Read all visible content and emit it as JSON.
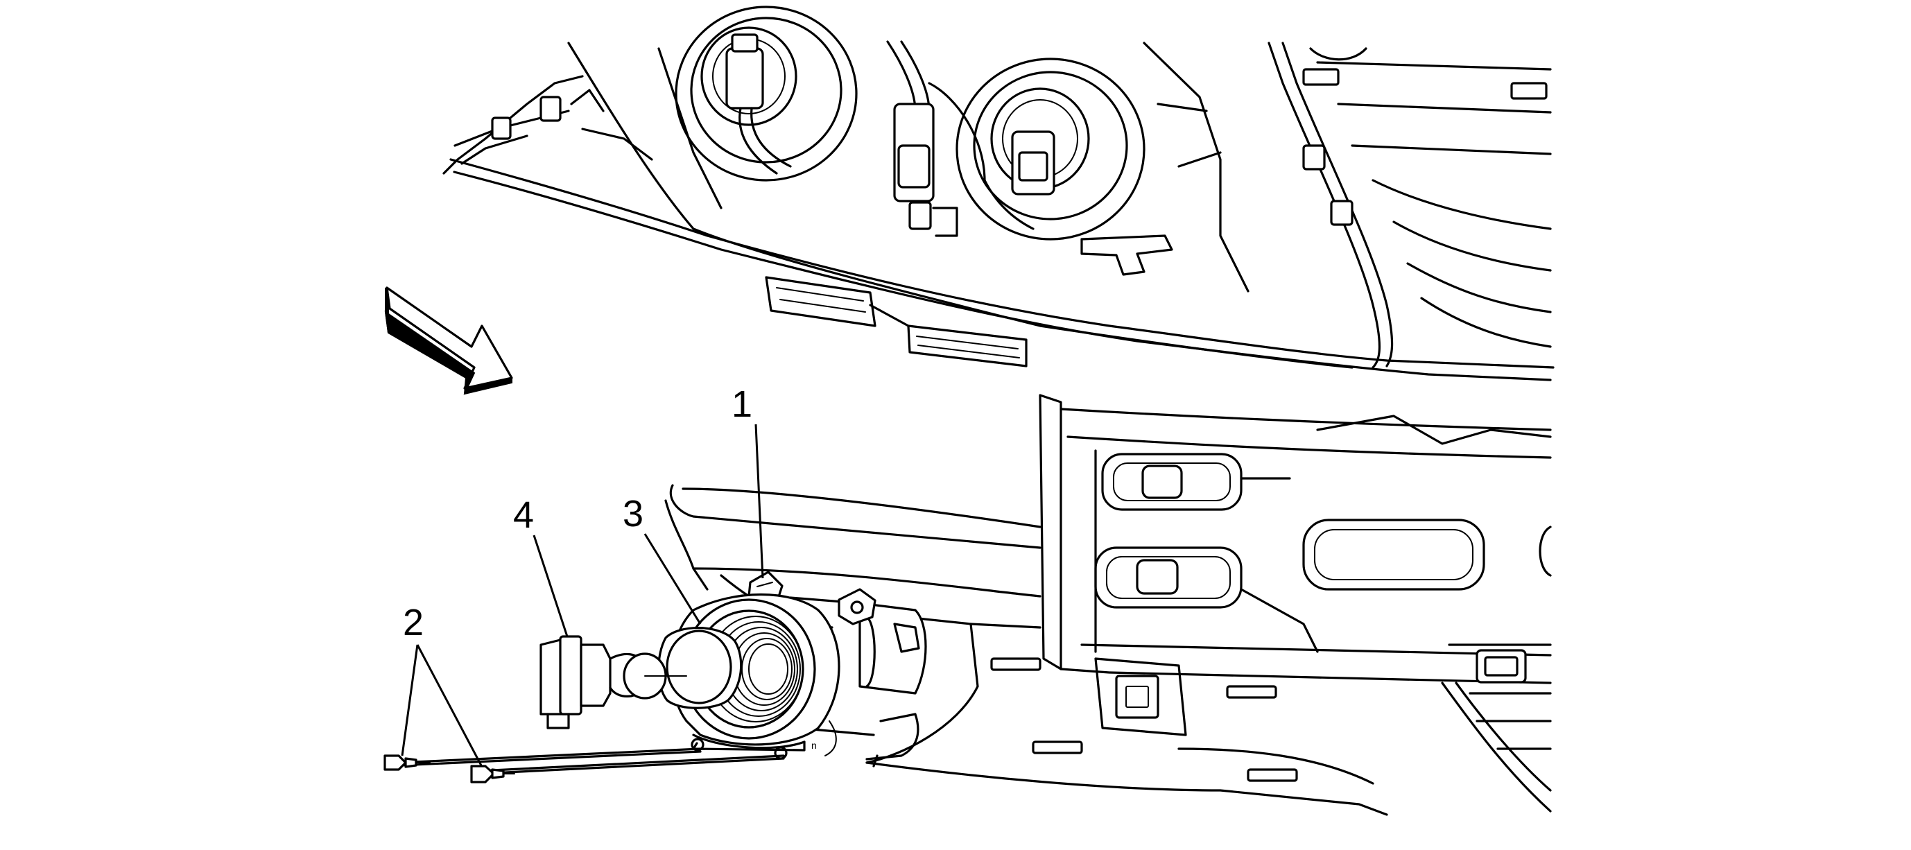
{
  "callouts": {
    "c1": "1",
    "c2": "2",
    "c3": "3",
    "c4": "4"
  },
  "colors": {
    "line": "#000000",
    "background": "#ffffff"
  },
  "icons": {
    "direction_arrow": "forward-direction-arrow-icon"
  }
}
